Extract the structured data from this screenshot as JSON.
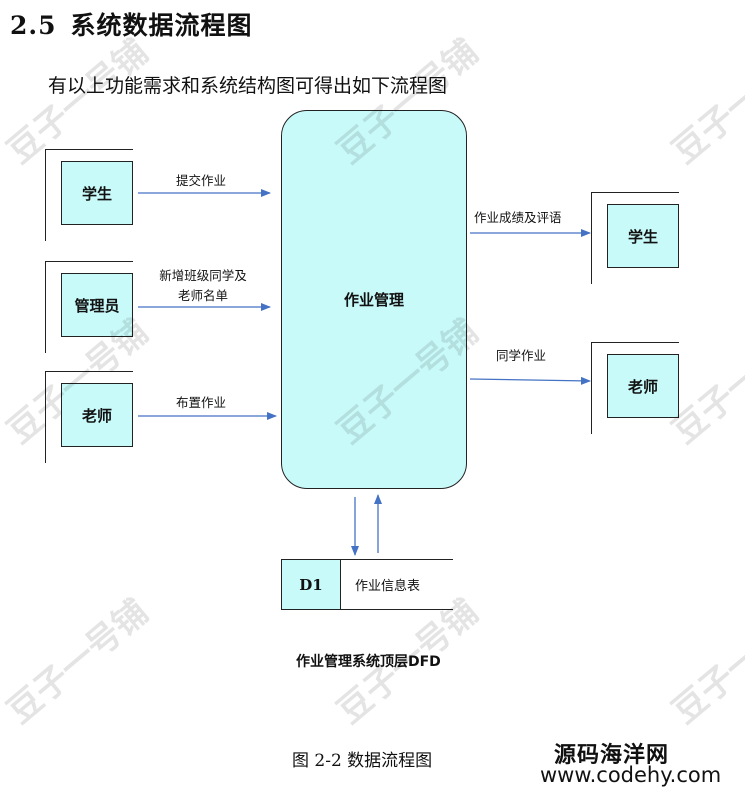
{
  "heading": {
    "number": "2.5",
    "title": "系统数据流程图"
  },
  "intro_text": "有以上功能需求和系统结构图可得出如下流程图",
  "diagram": {
    "process": "作业管理",
    "entities_left": [
      "学生",
      "管理员",
      "老师"
    ],
    "entities_right": [
      "学生",
      "老师"
    ],
    "flows": {
      "submit": "提交作业",
      "add_line1": "新增班级同学及",
      "add_line2": "老师名单",
      "assign": "布置作业",
      "grades": "作业成绩及评语",
      "classmates": "同学作业"
    },
    "datastore": {
      "id": "D1",
      "name": "作业信息表"
    },
    "caption": "作业管理系统顶层DFD"
  },
  "figure_caption": "图 2-2 数据流程图",
  "watermark": "豆子一号铺",
  "brand": {
    "name": "源码海洋网",
    "url": "www.codehy.com"
  },
  "colors": {
    "box_fill": "#c9fafa",
    "arrow": "#4472c4"
  }
}
